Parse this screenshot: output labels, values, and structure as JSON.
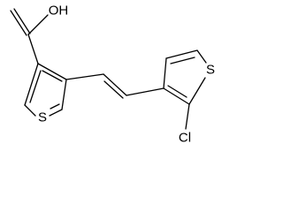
{
  "molecule": {
    "labels": {
      "carboxyl_oh": "OH",
      "thiophene_a_s": "S",
      "thiophene_b_s": "S",
      "chloro": "Cl"
    }
  }
}
